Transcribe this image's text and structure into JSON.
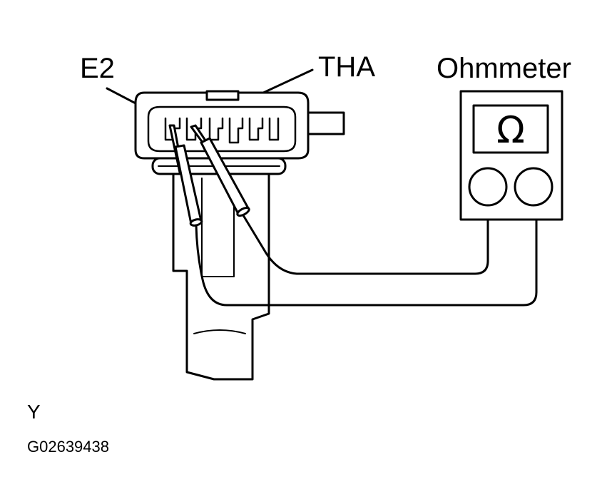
{
  "labels": {
    "e2": "E2",
    "tha": "THA",
    "ohmmeter": "Ohmmeter",
    "view": "Y",
    "figure_id": "G02639438"
  },
  "meter": {
    "symbol": "Ω"
  },
  "colors": {
    "ink": "#000000",
    "paper": "#ffffff"
  }
}
